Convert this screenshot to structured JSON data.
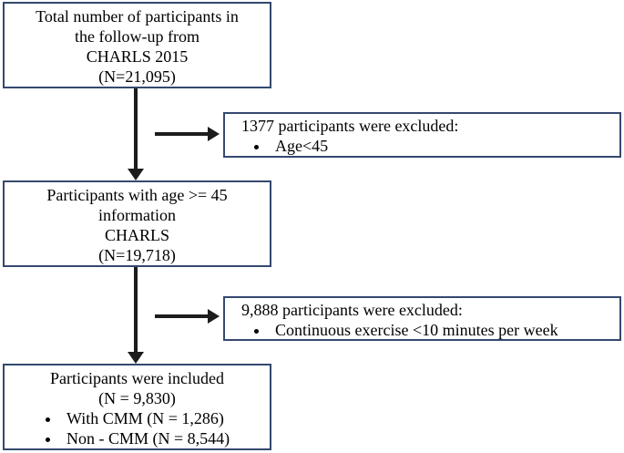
{
  "colors": {
    "box_border": "#35486f",
    "arrow": "#1c1c1c",
    "text": "#000000",
    "background": "#ffffff"
  },
  "flow": {
    "total": {
      "lines": [
        "Total number of participants in",
        "the follow-up from",
        "CHARLS 2015",
        "(N=21,095)"
      ]
    },
    "excluded_age": {
      "title": "1377 participants were excluded:",
      "bullets": [
        "Age<45"
      ]
    },
    "age_eligible": {
      "lines": [
        "Participants with age >= 45",
        "information",
        "CHARLS",
        "(N=19,718)"
      ]
    },
    "excluded_exercise": {
      "title": "9,888 participants were excluded:",
      "bullets": [
        "Continuous exercise <10 minutes per week"
      ]
    },
    "included": {
      "lines": [
        "Participants were included",
        "(N = 9,830)"
      ],
      "bullets": [
        "With CMM (N = 1,286)",
        "Non - CMM (N = 8,544)"
      ]
    }
  }
}
